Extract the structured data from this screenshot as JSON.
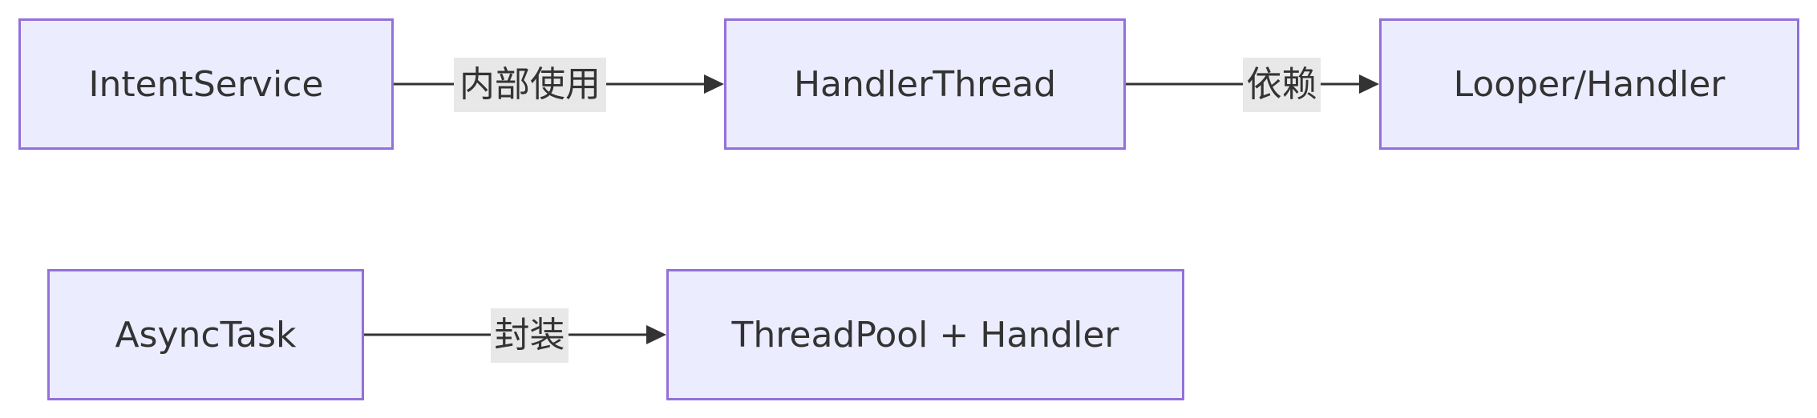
{
  "diagram": {
    "nodes": [
      {
        "id": "intentservice",
        "label": "IntentService"
      },
      {
        "id": "handlerthread",
        "label": "HandlerThread"
      },
      {
        "id": "looper",
        "label": "Looper/Handler"
      },
      {
        "id": "asynctask",
        "label": "AsyncTask"
      },
      {
        "id": "threadpool",
        "label": "ThreadPool + Handler"
      }
    ],
    "edges": [
      {
        "from": "intentservice",
        "to": "handlerthread",
        "label": "内部使用"
      },
      {
        "from": "handlerthread",
        "to": "looper",
        "label": "依赖"
      },
      {
        "from": "asynctask",
        "to": "threadpool",
        "label": "封装"
      }
    ]
  },
  "colors": {
    "node_fill": "#ececff",
    "node_border": "#9370db",
    "edge": "#333333",
    "label_background": "#e8e8e8",
    "text": "#333333"
  }
}
